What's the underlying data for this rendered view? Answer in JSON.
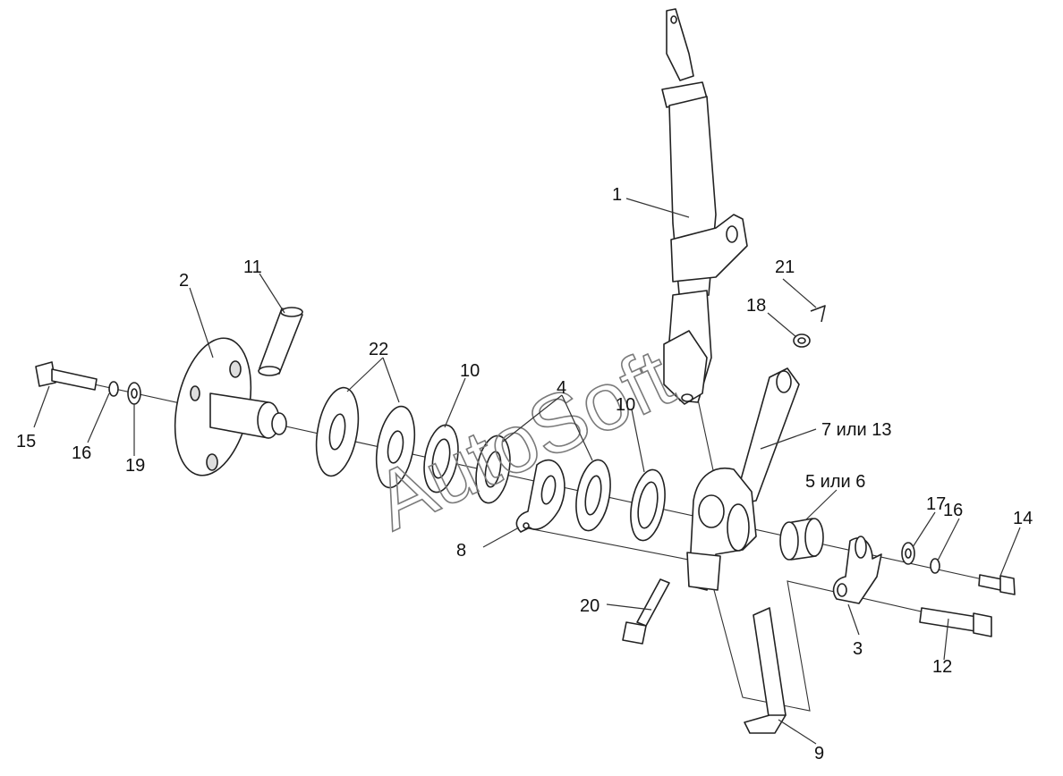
{
  "watermark": "AutoSoft",
  "callouts": [
    {
      "id": "c1",
      "text": "1"
    },
    {
      "id": "c2",
      "text": "2"
    },
    {
      "id": "c3",
      "text": "3"
    },
    {
      "id": "c4",
      "text": "4"
    },
    {
      "id": "c5",
      "text": "5 или 6"
    },
    {
      "id": "c7",
      "text": "7 или 13"
    },
    {
      "id": "c8",
      "text": "8"
    },
    {
      "id": "c9",
      "text": "9"
    },
    {
      "id": "c10a",
      "text": "10"
    },
    {
      "id": "c10b",
      "text": "10"
    },
    {
      "id": "c11",
      "text": "11"
    },
    {
      "id": "c12",
      "text": "12"
    },
    {
      "id": "c14",
      "text": "14"
    },
    {
      "id": "c15",
      "text": "15"
    },
    {
      "id": "c16a",
      "text": "16"
    },
    {
      "id": "c16b",
      "text": "16"
    },
    {
      "id": "c17",
      "text": "17"
    },
    {
      "id": "c18",
      "text": "18"
    },
    {
      "id": "c19",
      "text": "19"
    },
    {
      "id": "c20",
      "text": "20"
    },
    {
      "id": "c21",
      "text": "21"
    },
    {
      "id": "c22",
      "text": "22"
    }
  ]
}
